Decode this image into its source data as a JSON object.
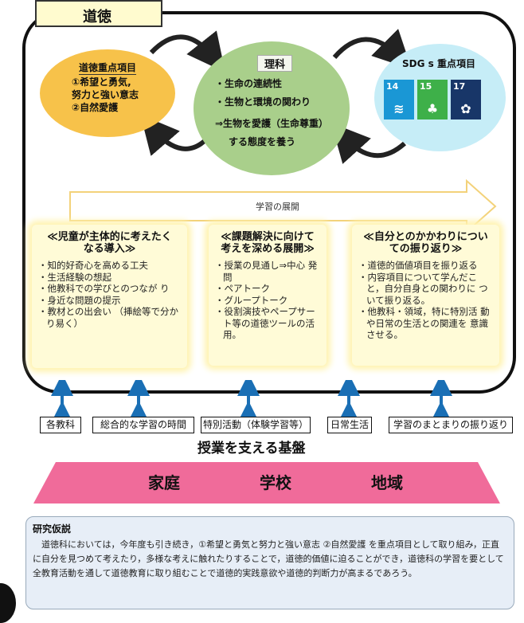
{
  "title": "道徳",
  "moral_circle": {
    "heading": "道徳重点項目",
    "items": [
      "①希望と勇気,",
      "努力と強い意志",
      "②自然愛護"
    ]
  },
  "science_circle": {
    "heading": "理科",
    "items": [
      "・生命の連続性",
      "・生物と環境の関わり",
      "⇒生物を愛護（生命尊重）",
      "する態度を養う"
    ]
  },
  "sdg_circle": {
    "heading": "SDG s 重点項目",
    "tiles": [
      {
        "number": "14",
        "color": "#1a97d5",
        "icon": "fish-icon"
      },
      {
        "number": "15",
        "color": "#3eb049",
        "icon": "tree-icon"
      },
      {
        "number": "17",
        "color": "#183668",
        "icon": "flower-icon"
      }
    ]
  },
  "learning_arrow_label": "学習の展開",
  "phases": [
    {
      "title": [
        "≪児童が主体的に考えたく",
        "なる導入≫"
      ],
      "items": [
        "・知的好奇心を高める工夫",
        "・生活経験の想起",
        "・他教科での学びとのつなが り",
        "・身近な問題の提示",
        "・教材との出会い （挿絵等で分かり易く）"
      ]
    },
    {
      "title": [
        "≪課題解決に向けて",
        "考えを深める展開≫"
      ],
      "items": [
        "・授業の見通し⇒中心 発問",
        "・ペアトーク",
        "・グループトーク",
        "・役割演技やペープサー ト等の道徳ツールの活 用。"
      ]
    },
    {
      "title": [
        "≪自分とのかかわりについ",
        "ての振り返り≫"
      ],
      "items": [
        "・道徳的価値項目を振り返る",
        "・内容項目について学んだこ と，自分自身との関わりに ついて振り返る。",
        "・他教科・領域，特に特別活 動や日常の生活との関連を 意識させる。"
      ]
    }
  ],
  "dimensions": [
    "各教科",
    "総合的な学習の時間",
    "特別活動（体験学習等）",
    "日常生活",
    "学習のまとまりの振り返り"
  ],
  "foundation_caption": "授業を支える基盤",
  "home_band": [
    "家庭",
    "学校",
    "地域"
  ],
  "hypothesis": {
    "title": "研究仮説",
    "body": "道徳科においては，今年度も引き続き，①希望と勇気と努力と強い意志 ②自然愛護 を重点項目として取り組み，正直に自分を見つめて考えたり，多様な考えに触れたりすることで，道徳的価値に迫ることができ，道徳科の学習を要として全教育活動を通して道徳教育に取り組むことで道徳的実践意欲や道徳的判断力が高まるであろう。"
  },
  "colors": {
    "moral_circle": "#f7c24a",
    "science_circle": "#a9cf8b",
    "sdg_circle": "#c6edf7",
    "home_band": "#f06b9a",
    "arrows": "#1a6fb5"
  }
}
